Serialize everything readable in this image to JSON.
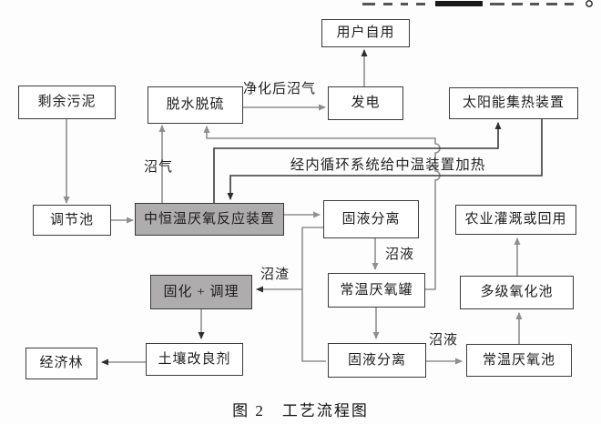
{
  "figure": {
    "caption": "图 2　工艺流程图"
  },
  "colors": {
    "background": "#fdfdfd",
    "box_border": "#3b3b3b",
    "box_fill_white": "#ffffff",
    "box_fill_gray": "#aeacac",
    "line_gray": "#8f8f8f",
    "line_dark": "#3a3a3a",
    "text": "#1c1c1c"
  },
  "nodes": {
    "user_self_use": {
      "label": "用户自用"
    },
    "residual_sludge": {
      "label": "剩余污泥"
    },
    "dewater_desulfurize": {
      "label": "脱水脱硫"
    },
    "power_generation": {
      "label": "发电"
    },
    "solar_collector": {
      "label": "太阳能集热装置"
    },
    "regulating_pool": {
      "label": "调节池"
    },
    "mid_temp_reactor": {
      "label": "中恒温厌氧反应装置"
    },
    "solid_liquid_sep_1": {
      "label": "固液分离"
    },
    "agri_irrigation": {
      "label": "农业灌溉或回用"
    },
    "solidify_condition": {
      "label": "固化 + 调理"
    },
    "ambient_anaerobic_tank": {
      "label": "常温厌氧罐"
    },
    "multi_stage_oxidation": {
      "label": "多级氧化池"
    },
    "economic_forest": {
      "label": "经济林"
    },
    "soil_improver": {
      "label": "土壤改良剂"
    },
    "solid_liquid_sep_2": {
      "label": "固液分离"
    },
    "ambient_anaerobic_pool": {
      "label": "常温厌氧池"
    }
  },
  "edge_labels": {
    "biogas": "沼气",
    "purified_biogas": "净化后沼气",
    "internal_heating": "经内循环系统给中温装置加热",
    "slurry_1": "沼液",
    "residue": "沼渣",
    "slurry_2": "沼液"
  },
  "edges": [
    {
      "from": "residual_sludge",
      "to": "regulating_pool"
    },
    {
      "from": "regulating_pool",
      "to": "mid_temp_reactor"
    },
    {
      "from": "mid_temp_reactor",
      "to": "dewater_desulfurize",
      "label": "沼气"
    },
    {
      "from": "dewater_desulfurize",
      "to": "power_generation",
      "label": "净化后沼气"
    },
    {
      "from": "power_generation",
      "to": "user_self_use"
    },
    {
      "from": "ambient_anaerobic_tank",
      "to": "dewater_desulfurize"
    },
    {
      "from": "mid_temp_reactor",
      "to": "solar_collector"
    },
    {
      "from": "solar_collector",
      "to": "mid_temp_reactor",
      "label": "经内循环系统给中温装置加热"
    },
    {
      "from": "mid_temp_reactor",
      "to": "solid_liquid_sep_1"
    },
    {
      "from": "solid_liquid_sep_1",
      "to": "ambient_anaerobic_tank",
      "label": "沼液"
    },
    {
      "from": "ambient_anaerobic_tank",
      "to": "solid_liquid_sep_2"
    },
    {
      "from": "solid_liquid_sep_2",
      "to": "ambient_anaerobic_pool",
      "label": "沼液"
    },
    {
      "from": "ambient_anaerobic_pool",
      "to": "multi_stage_oxidation"
    },
    {
      "from": "multi_stage_oxidation",
      "to": "agri_irrigation"
    },
    {
      "from": "solid_liquid_sep_1",
      "to": "solidify_condition",
      "label": "沼渣"
    },
    {
      "from": "solid_liquid_sep_2",
      "to": "solidify_condition",
      "label": "沼渣"
    },
    {
      "from": "solidify_condition",
      "to": "soil_improver"
    },
    {
      "from": "soil_improver",
      "to": "economic_forest"
    }
  ]
}
